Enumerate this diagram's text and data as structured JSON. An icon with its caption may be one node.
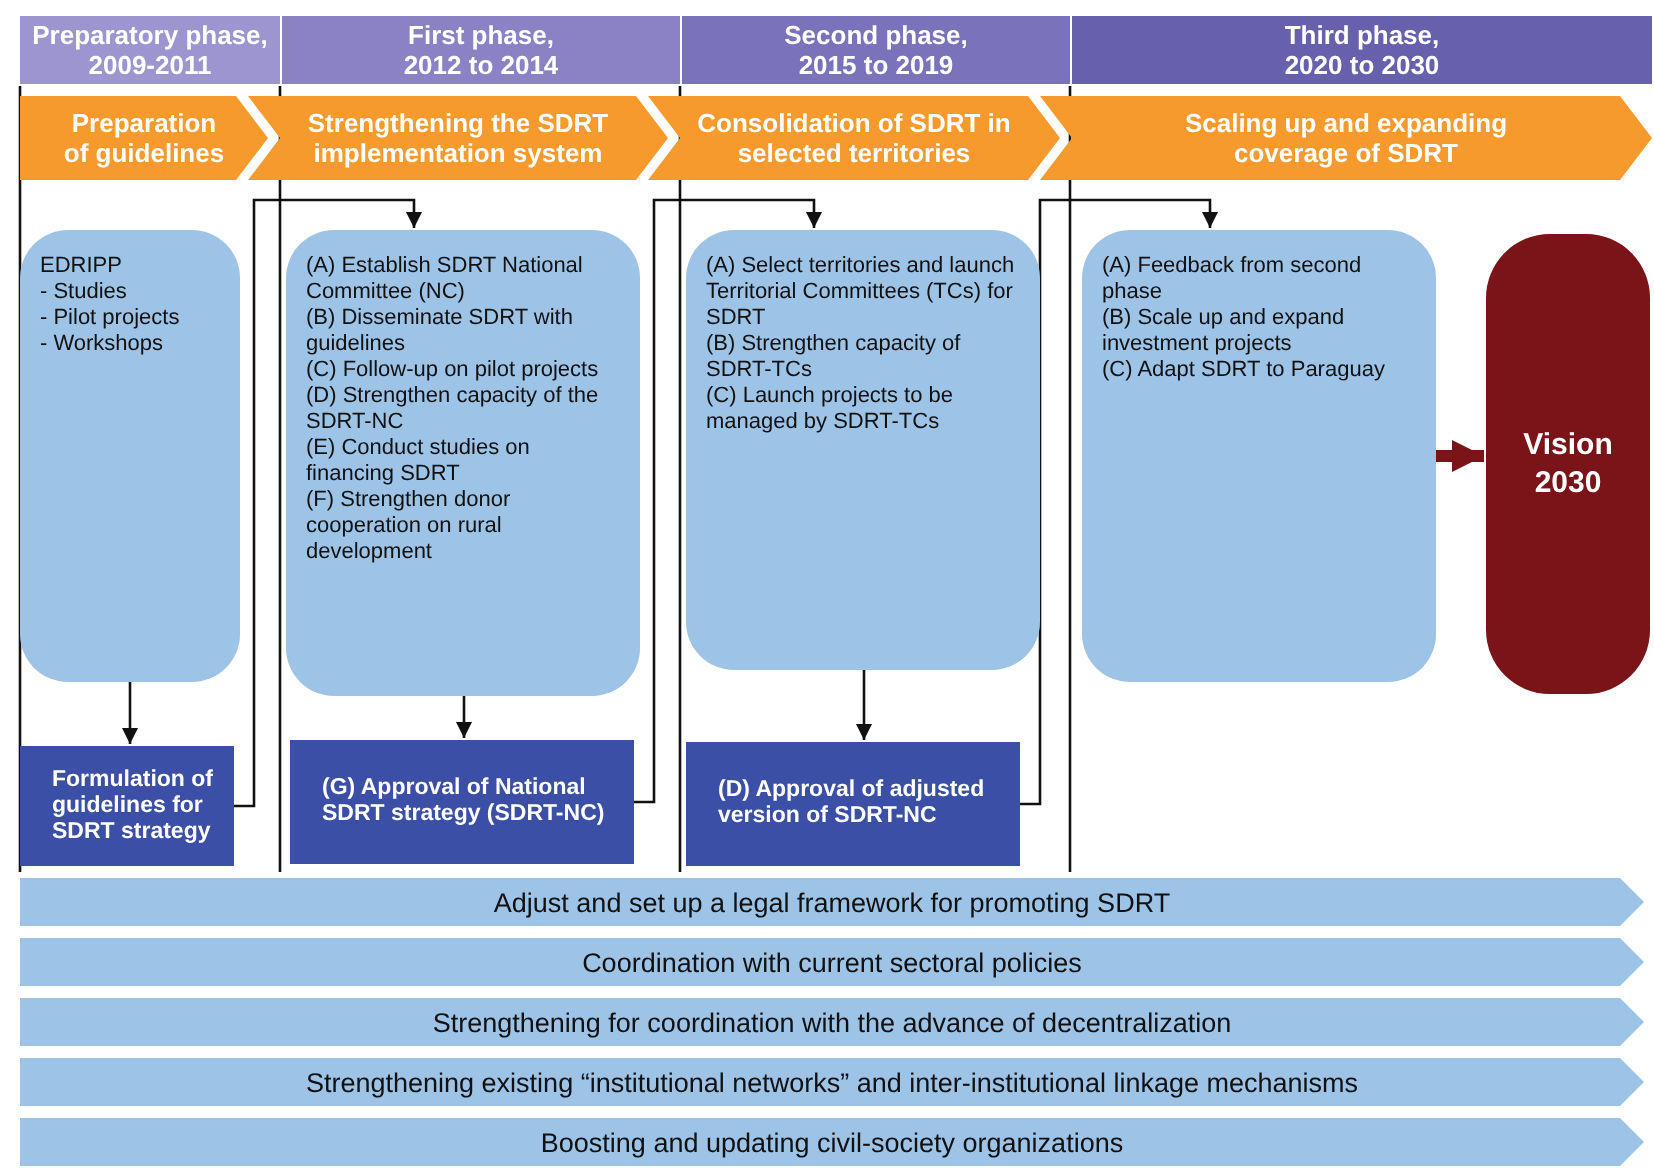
{
  "diagram": {
    "nodes": [
      {
        "text": [
          "Preparatory phase, 2009-2011"
        ]
      },
      {
        "text": [
          "First phase, 2012 to 2014"
        ]
      },
      {
        "text": [
          "Second phase, 2015 to 2019"
        ]
      },
      {
        "text": [
          "Third phase, 2020 to 2030"
        ]
      },
      {
        "text": [
          "Preparation of guidelines"
        ]
      },
      {
        "text": [
          "Strengthening the SDRT implementation system"
        ]
      },
      {
        "text": [
          "Consolidation of SDRT in selected territories"
        ]
      },
      {
        "text": [
          "Scaling up and expanding coverage of SDRT"
        ]
      },
      {
        "text": [
          "EDRIPP",
          "- Studies",
          "- Pilot projects",
          "- Workshops"
        ]
      },
      {
        "text": [
          "Formulation of guidelines for SDRT strategy"
        ]
      },
      {
        "text": [
          "(A) Establish SDRT National Committee (NC)",
          "(B) Disseminate SDRT with guidelines",
          "(C) Follow-up on pilot projects",
          "(D) Strengthen capacity of the SDRT-NC",
          "(E) Conduct studies on financing SDRT",
          "(F) Strengthen donor cooperation on rural development"
        ]
      },
      {
        "text": [
          "(G) Approval of National SDRT strategy (SDRT-NC)"
        ]
      },
      {
        "text": [
          "(A) Select territories and launch Territorial Committees (TCs) for SDRT",
          "(B) Strengthen capacity of SDRT-TCs",
          "(C) Launch projects to be managed by SDRT-TCs"
        ]
      },
      {
        "text": [
          "(D) Approval of adjusted version of SDRT-NC"
        ]
      },
      {
        "text": [
          "(A) Feedback from second phase",
          "(B) Scale up and expand investment projects",
          "(C) Adapt SDRT to Paraguay"
        ]
      },
      {
        "text": [
          "Vision 2030"
        ]
      },
      {
        "text": [
          "Adjust and set up a legal framework for promoting SDRT"
        ]
      },
      {
        "text": [
          "Coordination with current sectoral policies"
        ]
      },
      {
        "text": [
          "Strengthening for coordination with the advance of decentralization"
        ]
      },
      {
        "text": [
          "Strengthening existing “institutional networks” and inter-institutional linkage mechanisms"
        ]
      },
      {
        "text": [
          "Boosting and updating civil-society organizations"
        ]
      }
    ],
    "edges": [
      {
        "from": 8,
        "to": 9,
        "arrow": "to"
      },
      {
        "from": 9,
        "to": 10,
        "arrow": "to"
      },
      {
        "from": 10,
        "to": 11,
        "arrow": "to"
      },
      {
        "from": 11,
        "to": 12,
        "arrow": "to"
      },
      {
        "from": 12,
        "to": 13,
        "arrow": "to"
      },
      {
        "from": 13,
        "to": 14,
        "arrow": "to"
      },
      {
        "from": 14,
        "to": 15,
        "arrow": "to",
        "style": "thick",
        "color": "#7a1418"
      }
    ]
  }
}
